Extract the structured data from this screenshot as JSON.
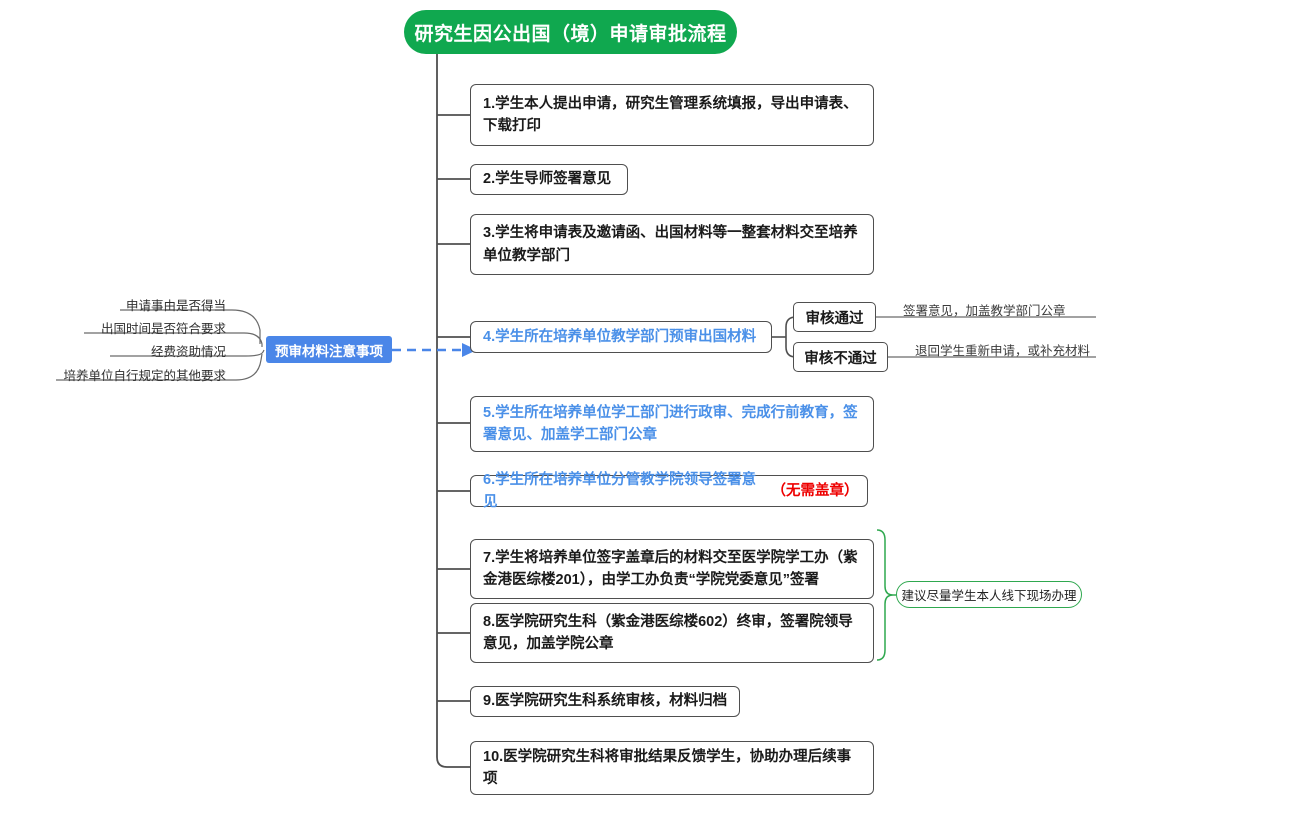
{
  "diagram": {
    "title": "研究生因公出国（境）申请审批流程",
    "title_bg": "#10a84f",
    "accent_blue": "#4a90e8",
    "note_blue": "#4a86e8",
    "accent_green": "#2fa84f",
    "alert_red": "#ee0000",
    "steps": [
      {
        "id": "step-1",
        "text": "1.学生本人提出申请，研究生管理系统填报，导出申请表、下载打印"
      },
      {
        "id": "step-2",
        "text": "2.学生导师签署意见"
      },
      {
        "id": "step-3",
        "text": "3.学生将申请表及邀请函、出国材料等一整套材料交至培养单位教学部门"
      },
      {
        "id": "step-4",
        "text": "4.学生所在培养单位教学部门预审出国材料"
      },
      {
        "id": "step-5",
        "text": "5.学生所在培养单位学工部门进行政审、完成行前教育，签署意见、加盖学工部门公章"
      },
      {
        "id": "step-6",
        "text": "6.学生所在培养单位分管教学院领导签署意见",
        "suffix": "（无需盖章）"
      },
      {
        "id": "step-7",
        "text": "7.学生将培养单位签字盖章后的材料交至医学院学工办（紫金港医综楼201），由学工办负责“学院党委意见”签署"
      },
      {
        "id": "step-8",
        "text": "8.医学院研究生科（紫金港医综楼602）终审，签署院领导意见，加盖学院公章"
      },
      {
        "id": "step-9",
        "text": "9.医学院研究生科系统审核，材料归档"
      },
      {
        "id": "step-10",
        "text": "10.医学院研究生科将审批结果反馈学生，协助办理后续事项"
      }
    ],
    "review_branch": {
      "pass_box": "审核通过",
      "pass_label": "签署意见，加盖教学部门公章",
      "fail_box": "审核不通过",
      "fail_label": "退回学生重新申请，或补充材料"
    },
    "pre_review_note": {
      "title": "预审材料注意事项",
      "items": [
        "申请事由是否得当",
        "出国时间是否符合要求",
        "经费资助情况",
        "培养单位自行规定的其他要求"
      ]
    },
    "suggestion": "建议尽量学生本人线下现场办理"
  }
}
